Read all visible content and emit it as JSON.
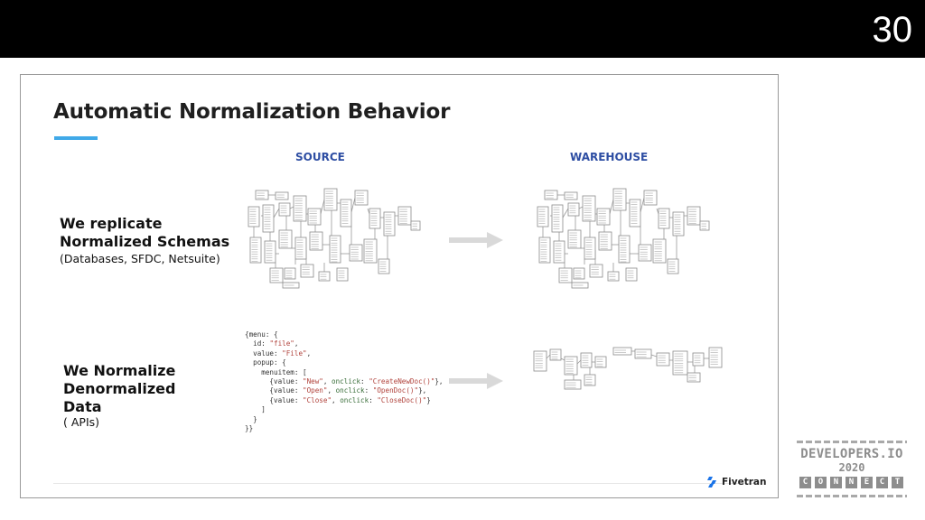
{
  "header": {
    "page_number": "30"
  },
  "slide": {
    "title": "Automatic Normalization Behavior",
    "columns": {
      "source": "SOURCE",
      "warehouse": "WAREHOUSE"
    },
    "row1": {
      "heading": "We replicate Normalized Schemas",
      "sub": "(Databases, SFDC, Netsuite)"
    },
    "row2": {
      "heading": "We Normalize Denormalized Data",
      "sub": "( APIs)"
    },
    "code_lines": [
      "{menu: {",
      "  id: \"file\",",
      "  value: \"File\",",
      "  popup: {",
      "    menuitem: [",
      "      {value: \"New\", onclick: \"CreateNewDoc()\"},",
      "      {value: \"Open\", onclick: \"OpenDoc()\"},",
      "      {value: \"Close\", onclick: \"CloseDoc()\"}",
      "    ]",
      "  }",
      "}}"
    ],
    "logo": {
      "name": "Fivetran",
      "icon": "fivetran-logo-icon"
    }
  },
  "badge": {
    "line1": "DEVELOPERS.IO",
    "line2": "2020",
    "letters": [
      "C",
      "O",
      "N",
      "N",
      "E",
      "C",
      "T"
    ]
  },
  "colors": {
    "accent": "#40a9e8",
    "column_header": "#2e4ea3",
    "top_bar": "#000000",
    "arrow": "#d9d9d9"
  }
}
